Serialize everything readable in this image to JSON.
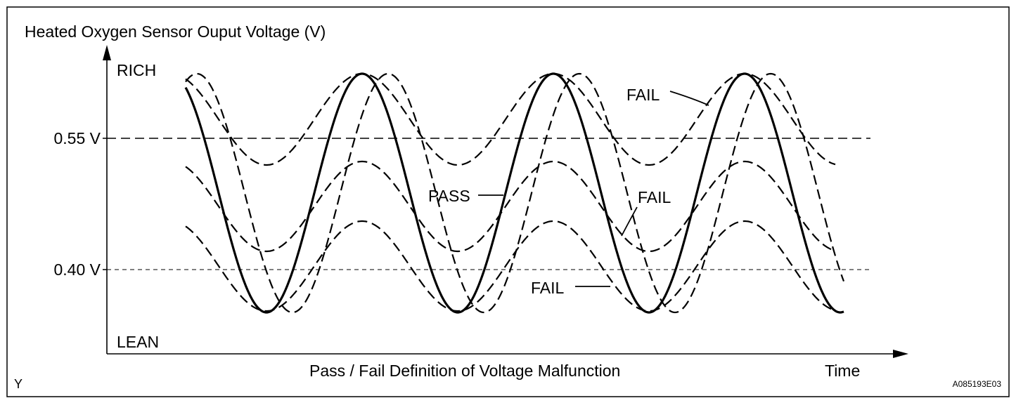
{
  "title": "Heated Oxygen Sensor Ouput Voltage (V)",
  "y_top_label": "RICH",
  "y_bottom_label": "LEAN",
  "y_ticks": [
    "0.55 V",
    "0.40 V"
  ],
  "caption": "Pass / Fail Definition of Voltage Malfunction",
  "x_label": "Time",
  "corner_label": "Y",
  "figure_code": "A085193E03",
  "curve_labels": {
    "pass": "PASS",
    "fail_upper": "FAIL",
    "fail_middle": "FAIL",
    "fail_lower": "FAIL"
  }
}
